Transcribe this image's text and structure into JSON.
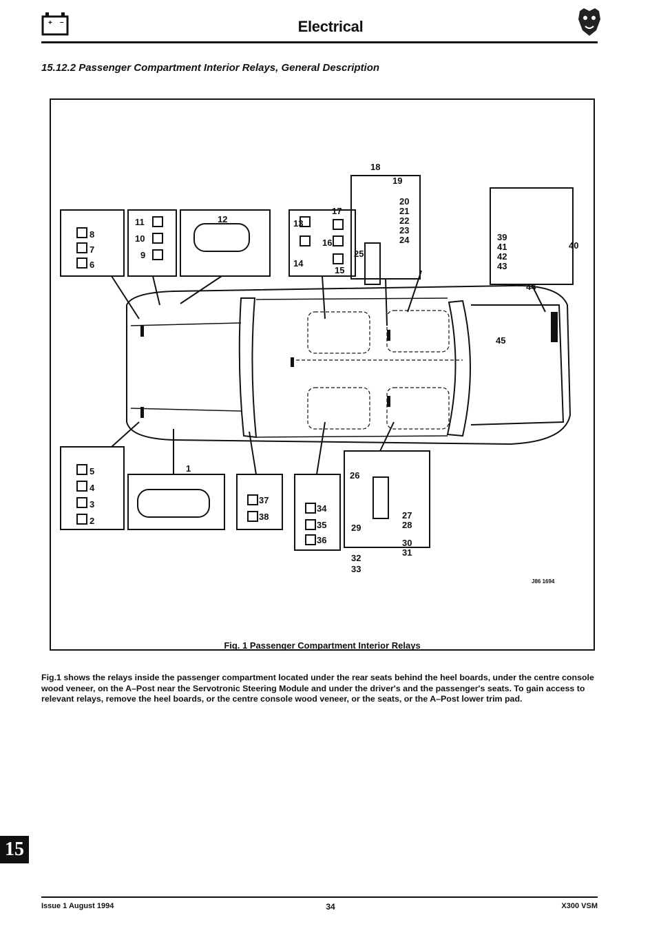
{
  "header": {
    "title": "Electrical"
  },
  "section_heading": "15.12.2  Passenger Compartment Interior Relays, General Description",
  "figure": {
    "caption": "Fig. 1  Passenger Compartment Interior Relays",
    "ref": "J86 1694",
    "relay_labels": [
      "1",
      "2",
      "3",
      "4",
      "5",
      "6",
      "7",
      "8",
      "9",
      "10",
      "11",
      "12",
      "13",
      "14",
      "15",
      "16",
      "17",
      "18",
      "19",
      "20",
      "21",
      "22",
      "23",
      "24",
      "25",
      "26",
      "27",
      "28",
      "29",
      "30",
      "31",
      "32",
      "33",
      "34",
      "35",
      "36",
      "37",
      "38",
      "39",
      "40",
      "41",
      "42",
      "43",
      "44",
      "45"
    ]
  },
  "body_text": "Fig.1 shows the relays inside the passenger compartment located under the rear seats behind the heel boards, under the centre console wood veneer, on the A–Post near the Servotronic Steering Module and under the driver's and the passenger's seats.  To gain access to relevant relays, remove the heel boards, or the centre console wood veneer, or the seats, or the A–Post lower trim pad.",
  "footer": {
    "issue": "Issue 1 August 1994",
    "page": "34",
    "doc": "X300 VSM"
  },
  "section_tab": "15"
}
